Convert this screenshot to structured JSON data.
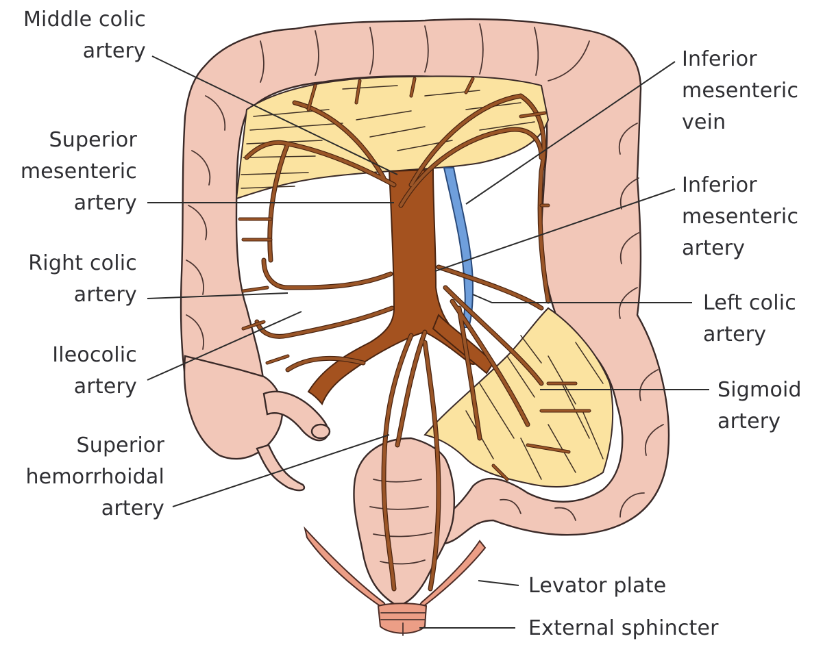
{
  "figure": {
    "subject": "Arterial blood supply of the colon and rectum",
    "colors": {
      "colon": "#f2c7b8",
      "mesentery": "#fbe3a0",
      "artery_trunk": "#a4521f",
      "artery_branch": "#9a5527",
      "vein": "#6f9fdc",
      "muscle": "#ec9e86",
      "label_text": "#2f2f33"
    }
  },
  "labels": {
    "middle_colic_artery": [
      "Middle colic",
      "artery"
    ],
    "superior_mesenteric_artery": [
      "Superior",
      "mesenteric",
      "artery"
    ],
    "right_colic_artery": [
      "Right colic",
      "artery"
    ],
    "ileocolic_artery": [
      "Ileocolic",
      "artery"
    ],
    "superior_hemorrhoidal_artery": [
      "Superior",
      "hemorrhoidal",
      "artery"
    ],
    "inferior_mesenteric_vein": [
      "Inferior",
      "mesenteric",
      "vein"
    ],
    "inferior_mesenteric_artery": [
      "Inferior",
      "mesenteric",
      "artery"
    ],
    "left_colic_artery": [
      "Left colic",
      "artery"
    ],
    "sigmoid_artery": [
      "Sigmoid",
      "artery"
    ],
    "levator_plate": [
      "Levator plate"
    ],
    "external_sphincter": [
      "External sphincter"
    ]
  }
}
